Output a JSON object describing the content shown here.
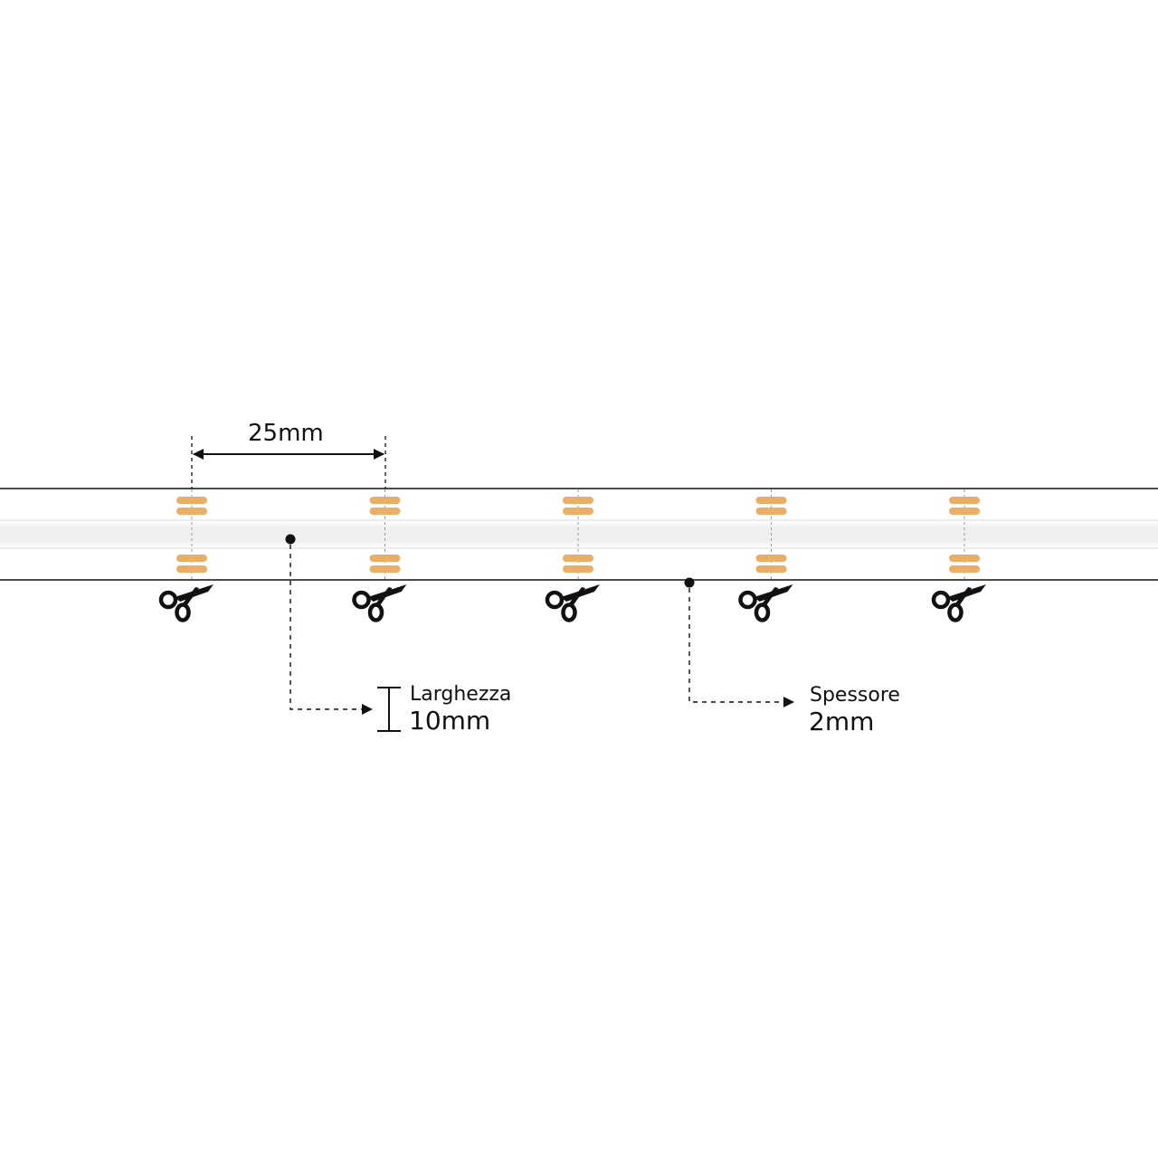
{
  "title": "LED strip dimensions",
  "colors": {
    "pad": "#EBAE66",
    "line": "#111111",
    "strip_fill": "#ffffff",
    "center_band": "#f2f2f2"
  },
  "dimensions": {
    "cut_pitch": "25mm",
    "width_caption": "Larghezza",
    "width_value": "10mm",
    "thickness_caption": "Spessore",
    "thickness_value": "2mm"
  },
  "cut_points": [
    {
      "index": 1,
      "icon": "scissors-icon"
    },
    {
      "index": 2,
      "icon": "scissors-icon"
    },
    {
      "index": 3,
      "icon": "scissors-icon"
    },
    {
      "index": 4,
      "icon": "scissors-icon"
    },
    {
      "index": 5,
      "icon": "scissors-icon"
    }
  ]
}
